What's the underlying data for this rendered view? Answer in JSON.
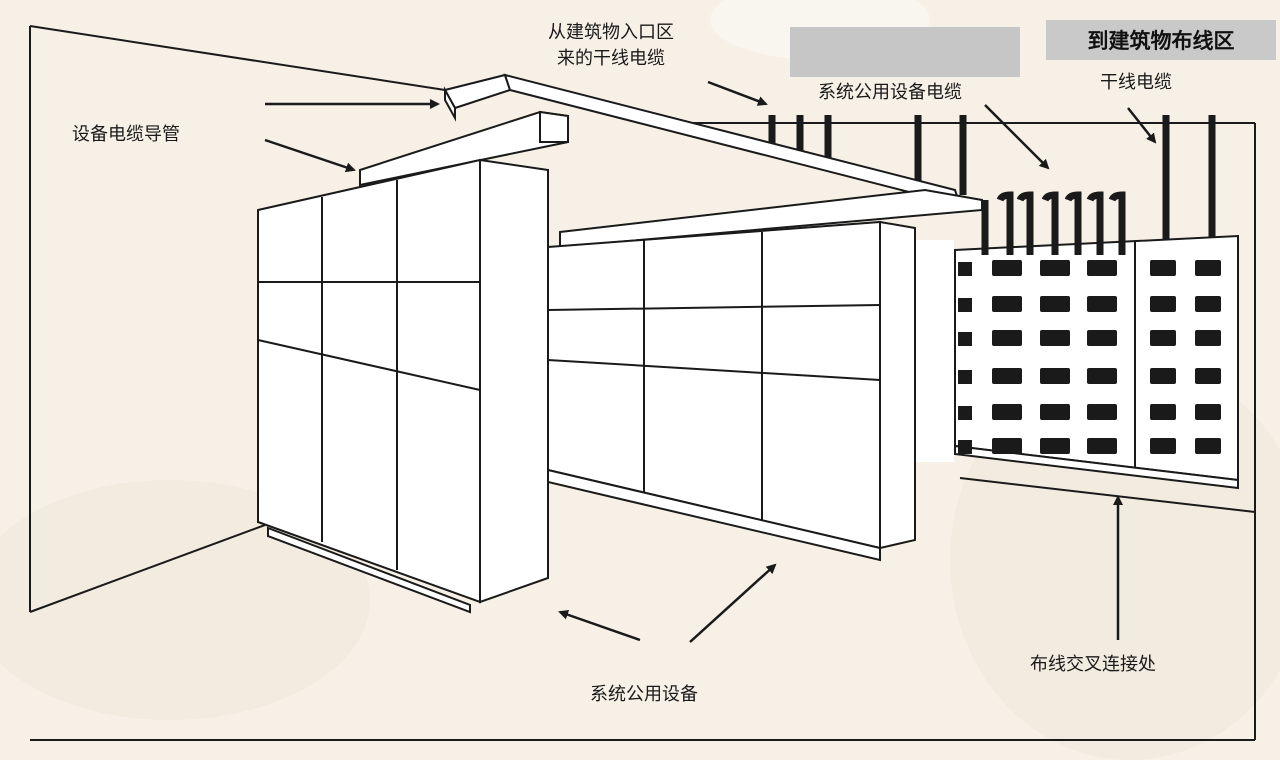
{
  "header": {
    "title": "到建筑物布线区"
  },
  "labels": {
    "entrance_trunk_line1": "从建筑物入口区",
    "entrance_trunk_line2": "来的干线电缆",
    "equipment_conduit": "设备电缆导管",
    "common_equipment_cable": "系统公用设备电缆",
    "trunk_cable": "干线电缆",
    "common_equipment": "系统公用设备",
    "cross_connect": "布线交叉连接处"
  },
  "colors": {
    "background": "#f6f0e6",
    "line": "#1a1a1a",
    "cabinet_fill": "#ffffff",
    "title_box": "#c9c9c9",
    "grey_box": "#c6c6c6"
  }
}
